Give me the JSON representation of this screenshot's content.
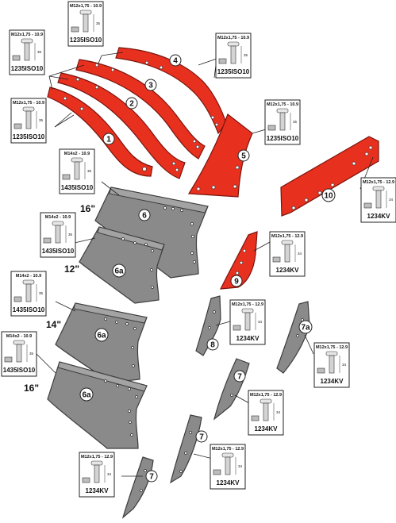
{
  "callouts": {
    "c1": "1",
    "c2": "2",
    "c3": "3",
    "c4": "4",
    "c5": "5",
    "c6": "6",
    "c6a_12": "6a",
    "c6a_14": "6a",
    "c6a_16": "6a",
    "c7a": "7a",
    "c7_top": "7",
    "c7_mid": "7",
    "c7_bot": "7",
    "c8": "8",
    "c9": "9",
    "c10": "10"
  },
  "sizes": {
    "s16_top": "16\"",
    "s12": "12\"",
    "s14": "14\"",
    "s16_bot": "16\""
  },
  "bolts": [
    {
      "spec": "M12x1,75 - 10.9",
      "std": "1235ISO10",
      "dim": "35"
    },
    {
      "spec": "M12x1,75 - 10.9",
      "std": "1235ISO10",
      "dim": "35"
    },
    {
      "spec": "M12x1,75 - 10.9",
      "std": "1235ISO10",
      "dim": "35"
    },
    {
      "spec": "M12x1,75 - 10.9",
      "std": "1235ISO10",
      "dim": "35"
    },
    {
      "spec": "M12x1,75 - 10.9",
      "std": "1235ISO10",
      "dim": "35"
    },
    {
      "spec": "M14x2 - 10.9",
      "std": "1435ISO10",
      "dim": "35"
    },
    {
      "spec": "M14x2 - 10.9",
      "std": "1435ISO10",
      "dim": "35"
    },
    {
      "spec": "M14x2 - 10.9",
      "std": "1435ISO10",
      "dim": "35"
    },
    {
      "spec": "M14x2 - 10.9",
      "std": "1435ISO10",
      "dim": "35"
    },
    {
      "spec": "M12x1,75 - 12.9",
      "std": "1234KV",
      "dim": "34"
    },
    {
      "spec": "M12x1,75 - 12.9",
      "std": "1234KV",
      "dim": "34"
    },
    {
      "spec": "M12x1,75 - 12.9",
      "std": "1234KV",
      "dim": "34"
    },
    {
      "spec": "M12x1,75 - 12.9",
      "std": "1234KV",
      "dim": "34"
    },
    {
      "spec": "M12x1,75 - 12.9",
      "std": "1234KV",
      "dim": "34"
    },
    {
      "spec": "M12x1,75 - 12.9",
      "std": "1234KV",
      "dim": "34"
    },
    {
      "spec": "M12x1,75 - 12.9",
      "std": "1234KV",
      "dim": "34"
    }
  ],
  "colors": {
    "red_part": "#e8301f",
    "grey_part": "#8a8a8a"
  }
}
